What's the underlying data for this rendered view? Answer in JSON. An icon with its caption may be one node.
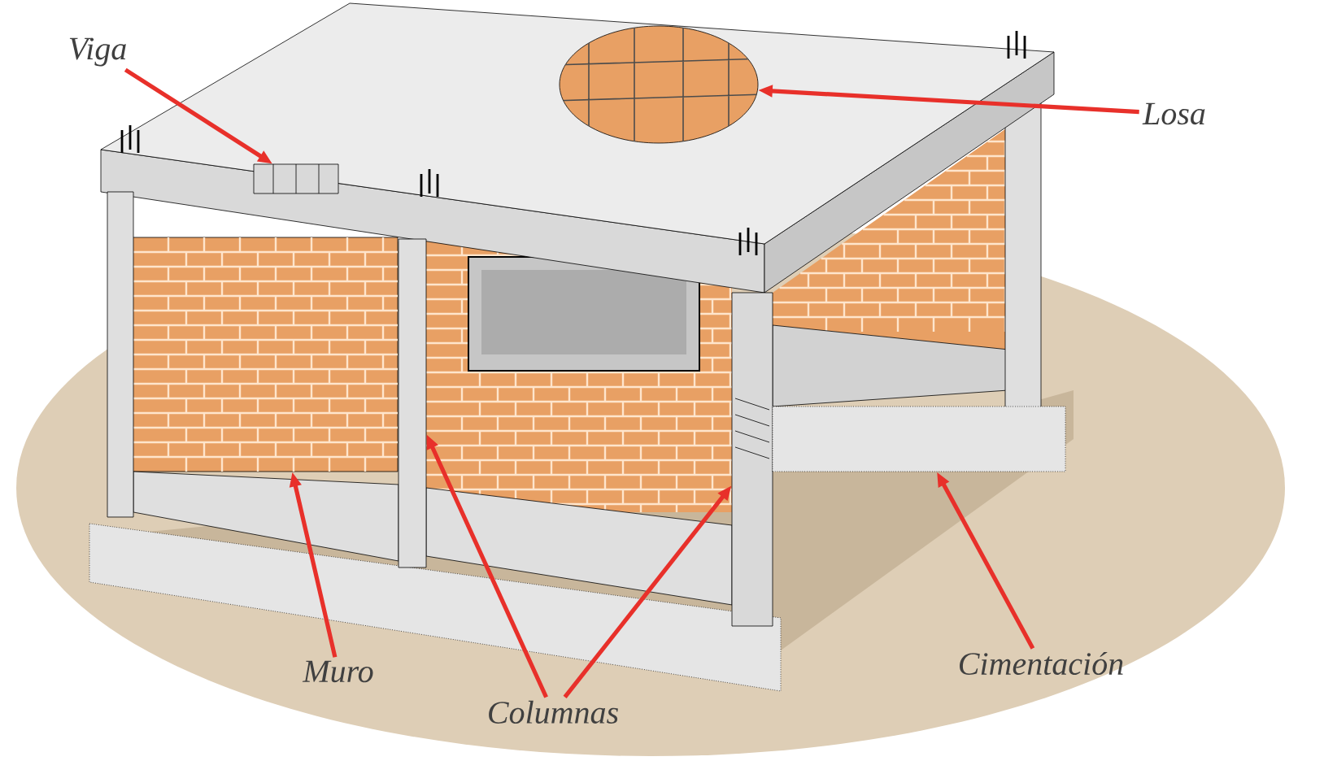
{
  "diagram": {
    "nodes": [
      {
        "text": [
          "Viga"
        ]
      },
      {
        "text": [
          "Losa"
        ]
      },
      {
        "text": [
          "Muro"
        ]
      },
      {
        "text": [
          "Columnas"
        ]
      },
      {
        "text": [
          "Cimentación"
        ]
      },
      {
        "text": [],
        "shape": "box"
      },
      {
        "text": [],
        "shape": "circle"
      },
      {
        "text": [],
        "shape": "box"
      },
      {
        "text": [],
        "shape": "box"
      },
      {
        "text": [],
        "shape": "box"
      },
      {
        "text": [],
        "shape": "box"
      },
      {
        "text": [],
        "shape": "box"
      }
    ],
    "edges": [
      {
        "from": 0,
        "to": 5,
        "arrow": "to",
        "color": "#e8302a"
      },
      {
        "from": 1,
        "to": 6,
        "arrow": "to",
        "color": "#e8302a"
      },
      {
        "from": 2,
        "to": 7,
        "arrow": "to",
        "color": "#e8302a"
      },
      {
        "from": 3,
        "to": 8,
        "arrow": "to",
        "color": "#e8302a"
      },
      {
        "from": 3,
        "to": 9,
        "arrow": "to",
        "color": "#e8302a"
      },
      {
        "from": 4,
        "to": 10,
        "arrow": "to",
        "color": "#e8302a"
      }
    ]
  }
}
